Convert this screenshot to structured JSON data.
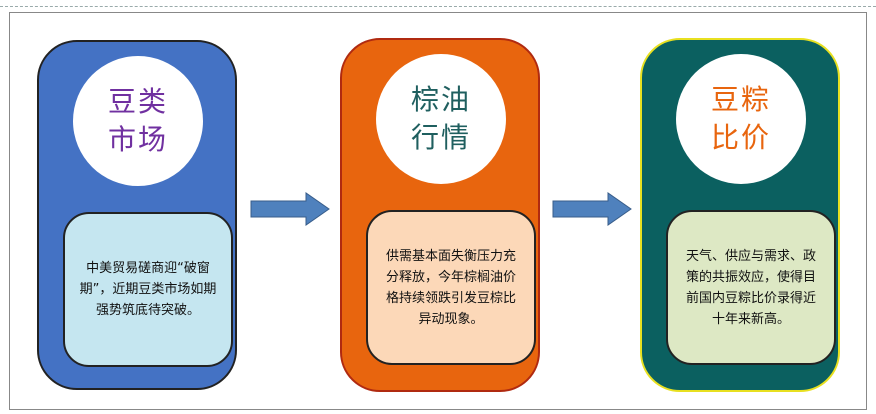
{
  "panels": [
    {
      "title1": "豆类",
      "title2": "市场",
      "text": "中美贸易磋商迎“破窗期”，近期豆类市场如期强势筑底待突破。",
      "bg": "#4472c4",
      "title_color": "#7030a0",
      "inner_bg": "#c5e6f0"
    },
    {
      "title1": "棕油",
      "title2": "行情",
      "text": "供需基本面失衡压力充分释放，今年棕榈油价格持续领跌引发豆棕比异动现象。",
      "bg": "#e8650e",
      "title_color": "#1f5f5f",
      "inner_bg": "#fcd8b8"
    },
    {
      "title1": "豆粽",
      "title2": "比价",
      "text": "天气、供应与需求、政策的共振效应，使得目前国内豆粽比价录得近十年来新高。",
      "bg": "#0b6060",
      "title_color": "#e8650e",
      "inner_bg": "#dde8c4"
    }
  ],
  "arrow_color": "#4f81bd"
}
